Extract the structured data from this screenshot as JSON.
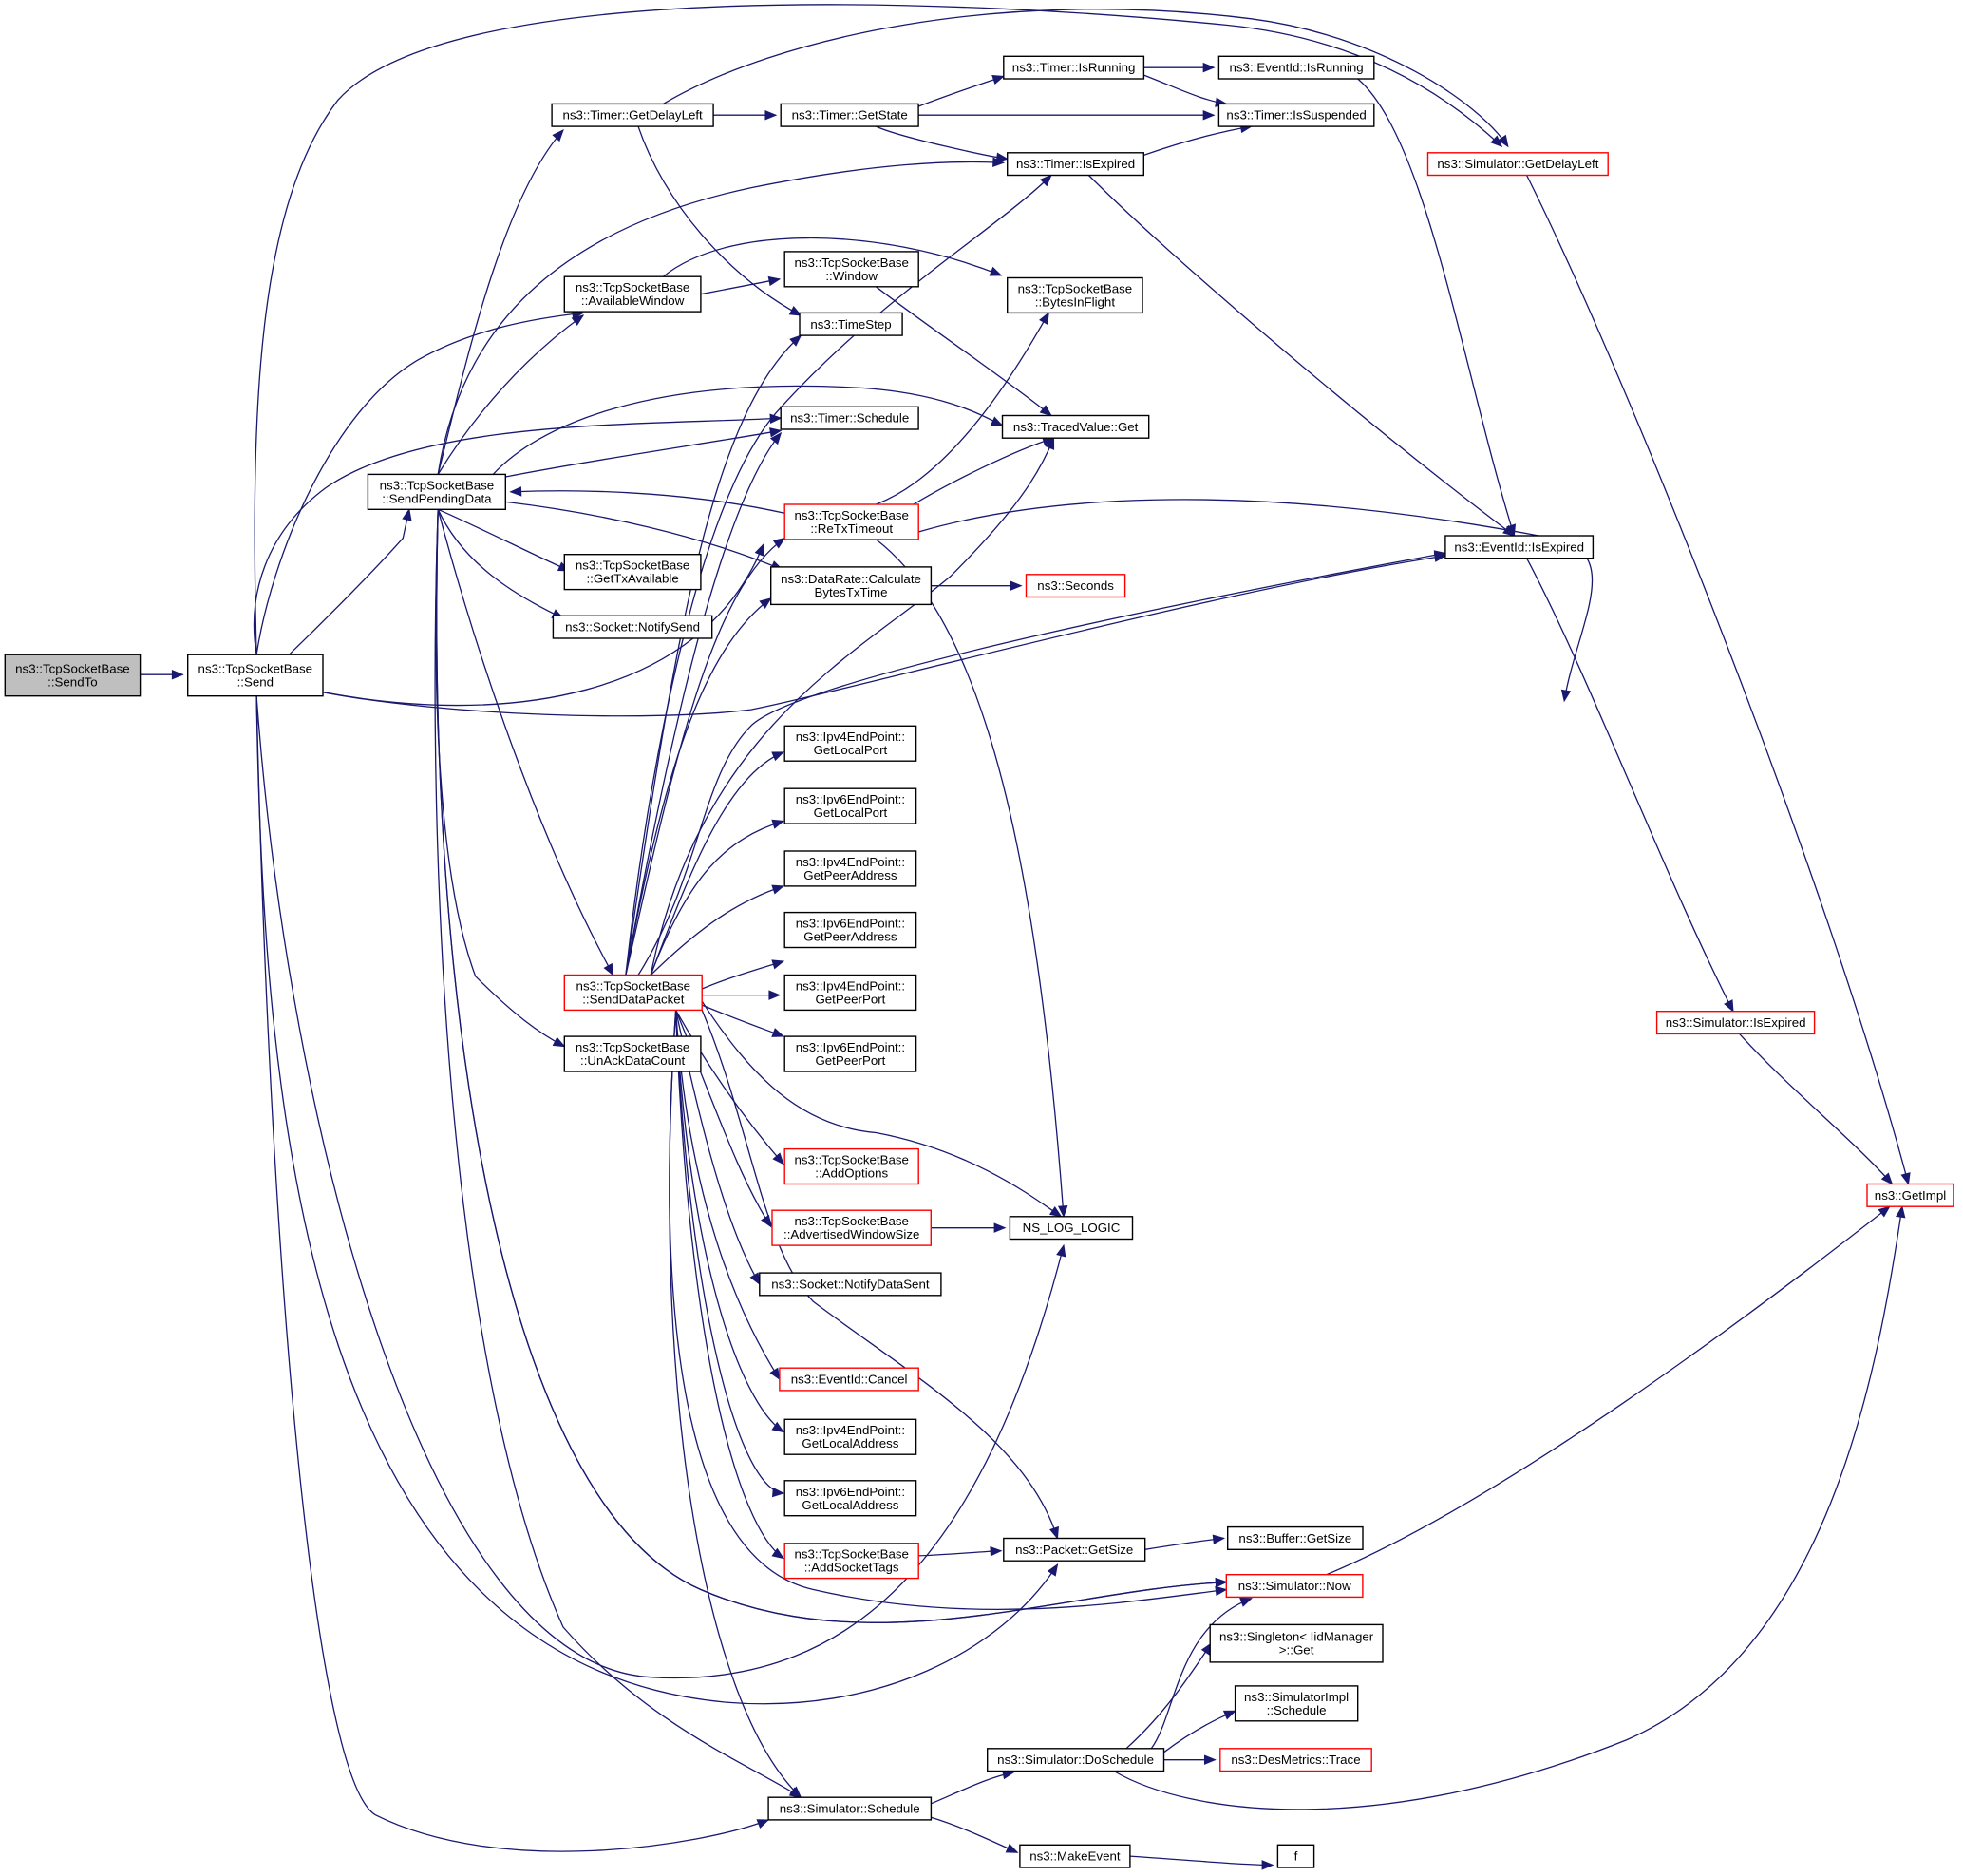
{
  "colors": {
    "edge": "#191970",
    "border_normal": "#000000",
    "border_truncated": "#ff0000",
    "fill_root": "#bfbfbf",
    "fill_normal": "#ffffff"
  },
  "nodes": {
    "SendTo": {
      "lines": [
        "ns3::TcpSocketBase",
        "::SendTo"
      ],
      "style": "root"
    },
    "Send": {
      "lines": [
        "ns3::TcpSocketBase",
        "::Send"
      ],
      "style": "normal"
    },
    "SendPendingData": {
      "lines": [
        "ns3::TcpSocketBase",
        "::SendPendingData"
      ],
      "style": "normal"
    },
    "TimerGetDelayLeft": {
      "lines": [
        "ns3::Timer::GetDelayLeft"
      ],
      "style": "normal"
    },
    "AvailableWindow": {
      "lines": [
        "ns3::TcpSocketBase",
        "::AvailableWindow"
      ],
      "style": "normal"
    },
    "GetTxAvailable": {
      "lines": [
        "ns3::TcpSocketBase",
        "::GetTxAvailable"
      ],
      "style": "normal"
    },
    "NotifySend": {
      "lines": [
        "ns3::Socket::NotifySend"
      ],
      "style": "normal"
    },
    "SendDataPacket": {
      "lines": [
        "ns3::TcpSocketBase",
        "::SendDataPacket"
      ],
      "style": "truncated"
    },
    "UnAckDataCount": {
      "lines": [
        "ns3::TcpSocketBase",
        "::UnAckDataCount"
      ],
      "style": "normal"
    },
    "TimerGetState": {
      "lines": [
        "ns3::Timer::GetState"
      ],
      "style": "normal"
    },
    "Window": {
      "lines": [
        "ns3::TcpSocketBase",
        "::Window"
      ],
      "style": "normal"
    },
    "TimeStep": {
      "lines": [
        "ns3::TimeStep"
      ],
      "style": "normal"
    },
    "TimerSchedule": {
      "lines": [
        "ns3::Timer::Schedule"
      ],
      "style": "normal"
    },
    "ReTxTimeout": {
      "lines": [
        "ns3::TcpSocketBase",
        "::ReTxTimeout"
      ],
      "style": "truncated"
    },
    "CalculateBytesTxTime": {
      "lines": [
        "ns3::DataRate::Calculate",
        "BytesTxTime"
      ],
      "style": "normal"
    },
    "Ipv4GetLocalPort": {
      "lines": [
        "ns3::Ipv4EndPoint::",
        "GetLocalPort"
      ],
      "style": "normal"
    },
    "Ipv6GetLocalPort": {
      "lines": [
        "ns3::Ipv6EndPoint::",
        "GetLocalPort"
      ],
      "style": "normal"
    },
    "Ipv4GetPeerAddress": {
      "lines": [
        "ns3::Ipv4EndPoint::",
        "GetPeerAddress"
      ],
      "style": "normal"
    },
    "Ipv6GetPeerAddress": {
      "lines": [
        "ns3::Ipv6EndPoint::",
        "GetPeerAddress"
      ],
      "style": "normal"
    },
    "Ipv4GetPeerPort": {
      "lines": [
        "ns3::Ipv4EndPoint::",
        "GetPeerPort"
      ],
      "style": "normal"
    },
    "Ipv6GetPeerPort": {
      "lines": [
        "ns3::Ipv6EndPoint::",
        "GetPeerPort"
      ],
      "style": "normal"
    },
    "AddOptions": {
      "lines": [
        "ns3::TcpSocketBase",
        "::AddOptions"
      ],
      "style": "truncated"
    },
    "AdvertisedWindowSize": {
      "lines": [
        "ns3::TcpSocketBase",
        "::AdvertisedWindowSize"
      ],
      "style": "truncated"
    },
    "NotifyDataSent": {
      "lines": [
        "ns3::Socket::NotifyDataSent"
      ],
      "style": "normal"
    },
    "EventIdCancel": {
      "lines": [
        "ns3::EventId::Cancel"
      ],
      "style": "truncated"
    },
    "Ipv4GetLocalAddress": {
      "lines": [
        "ns3::Ipv4EndPoint::",
        "GetLocalAddress"
      ],
      "style": "normal"
    },
    "Ipv6GetLocalAddress": {
      "lines": [
        "ns3::Ipv6EndPoint::",
        "GetLocalAddress"
      ],
      "style": "normal"
    },
    "AddSocketTags": {
      "lines": [
        "ns3::TcpSocketBase",
        "::AddSocketTags"
      ],
      "style": "truncated"
    },
    "SimulatorSchedule": {
      "lines": [
        "ns3::Simulator::Schedule"
      ],
      "style": "normal"
    },
    "TimerIsRunning": {
      "lines": [
        "ns3::Timer::IsRunning"
      ],
      "style": "normal"
    },
    "TimerIsExpired": {
      "lines": [
        "ns3::Timer::IsExpired"
      ],
      "style": "normal"
    },
    "BytesInFlight": {
      "lines": [
        "ns3::TcpSocketBase",
        "::BytesInFlight"
      ],
      "style": "normal"
    },
    "TracedValueGet": {
      "lines": [
        "ns3::TracedValue::Get"
      ],
      "style": "normal"
    },
    "NS_LOG_LOGIC": {
      "lines": [
        "NS_LOG_LOGIC"
      ],
      "style": "normal"
    },
    "PacketGetSize": {
      "lines": [
        "ns3::Packet::GetSize"
      ],
      "style": "normal"
    },
    "DoSchedule": {
      "lines": [
        "ns3::Simulator::DoSchedule"
      ],
      "style": "normal"
    },
    "MakeEvent": {
      "lines": [
        "ns3::MakeEvent"
      ],
      "style": "normal"
    },
    "EventIdIsRunning": {
      "lines": [
        "ns3::EventId::IsRunning"
      ],
      "style": "normal"
    },
    "TimerIsSuspended": {
      "lines": [
        "ns3::Timer::IsSuspended"
      ],
      "style": "normal"
    },
    "Seconds": {
      "lines": [
        "ns3::Seconds"
      ],
      "style": "truncated"
    },
    "BufferGetSize": {
      "lines": [
        "ns3::Buffer::GetSize"
      ],
      "style": "normal"
    },
    "SimulatorNow": {
      "lines": [
        "ns3::Simulator::Now"
      ],
      "style": "truncated"
    },
    "SingletonGet": {
      "lines": [
        "ns3::Singleton< IidManager",
        ">::Get"
      ],
      "style": "normal"
    },
    "SimulatorImplSchedule": {
      "lines": [
        "ns3::SimulatorImpl",
        "::Schedule"
      ],
      "style": "normal"
    },
    "DesMetricsTrace": {
      "lines": [
        "ns3::DesMetrics::Trace"
      ],
      "style": "truncated"
    },
    "f": {
      "lines": [
        "f"
      ],
      "style": "normal"
    },
    "SimGetDelayLeft": {
      "lines": [
        "ns3::Simulator::GetDelayLeft"
      ],
      "style": "truncated"
    },
    "EventIdIsExpired": {
      "lines": [
        "ns3::EventId::IsExpired"
      ],
      "style": "normal"
    },
    "SimIsExpired": {
      "lines": [
        "ns3::Simulator::IsExpired"
      ],
      "style": "truncated"
    },
    "GetImpl": {
      "lines": [
        "ns3::GetImpl"
      ],
      "style": "truncated"
    }
  }
}
